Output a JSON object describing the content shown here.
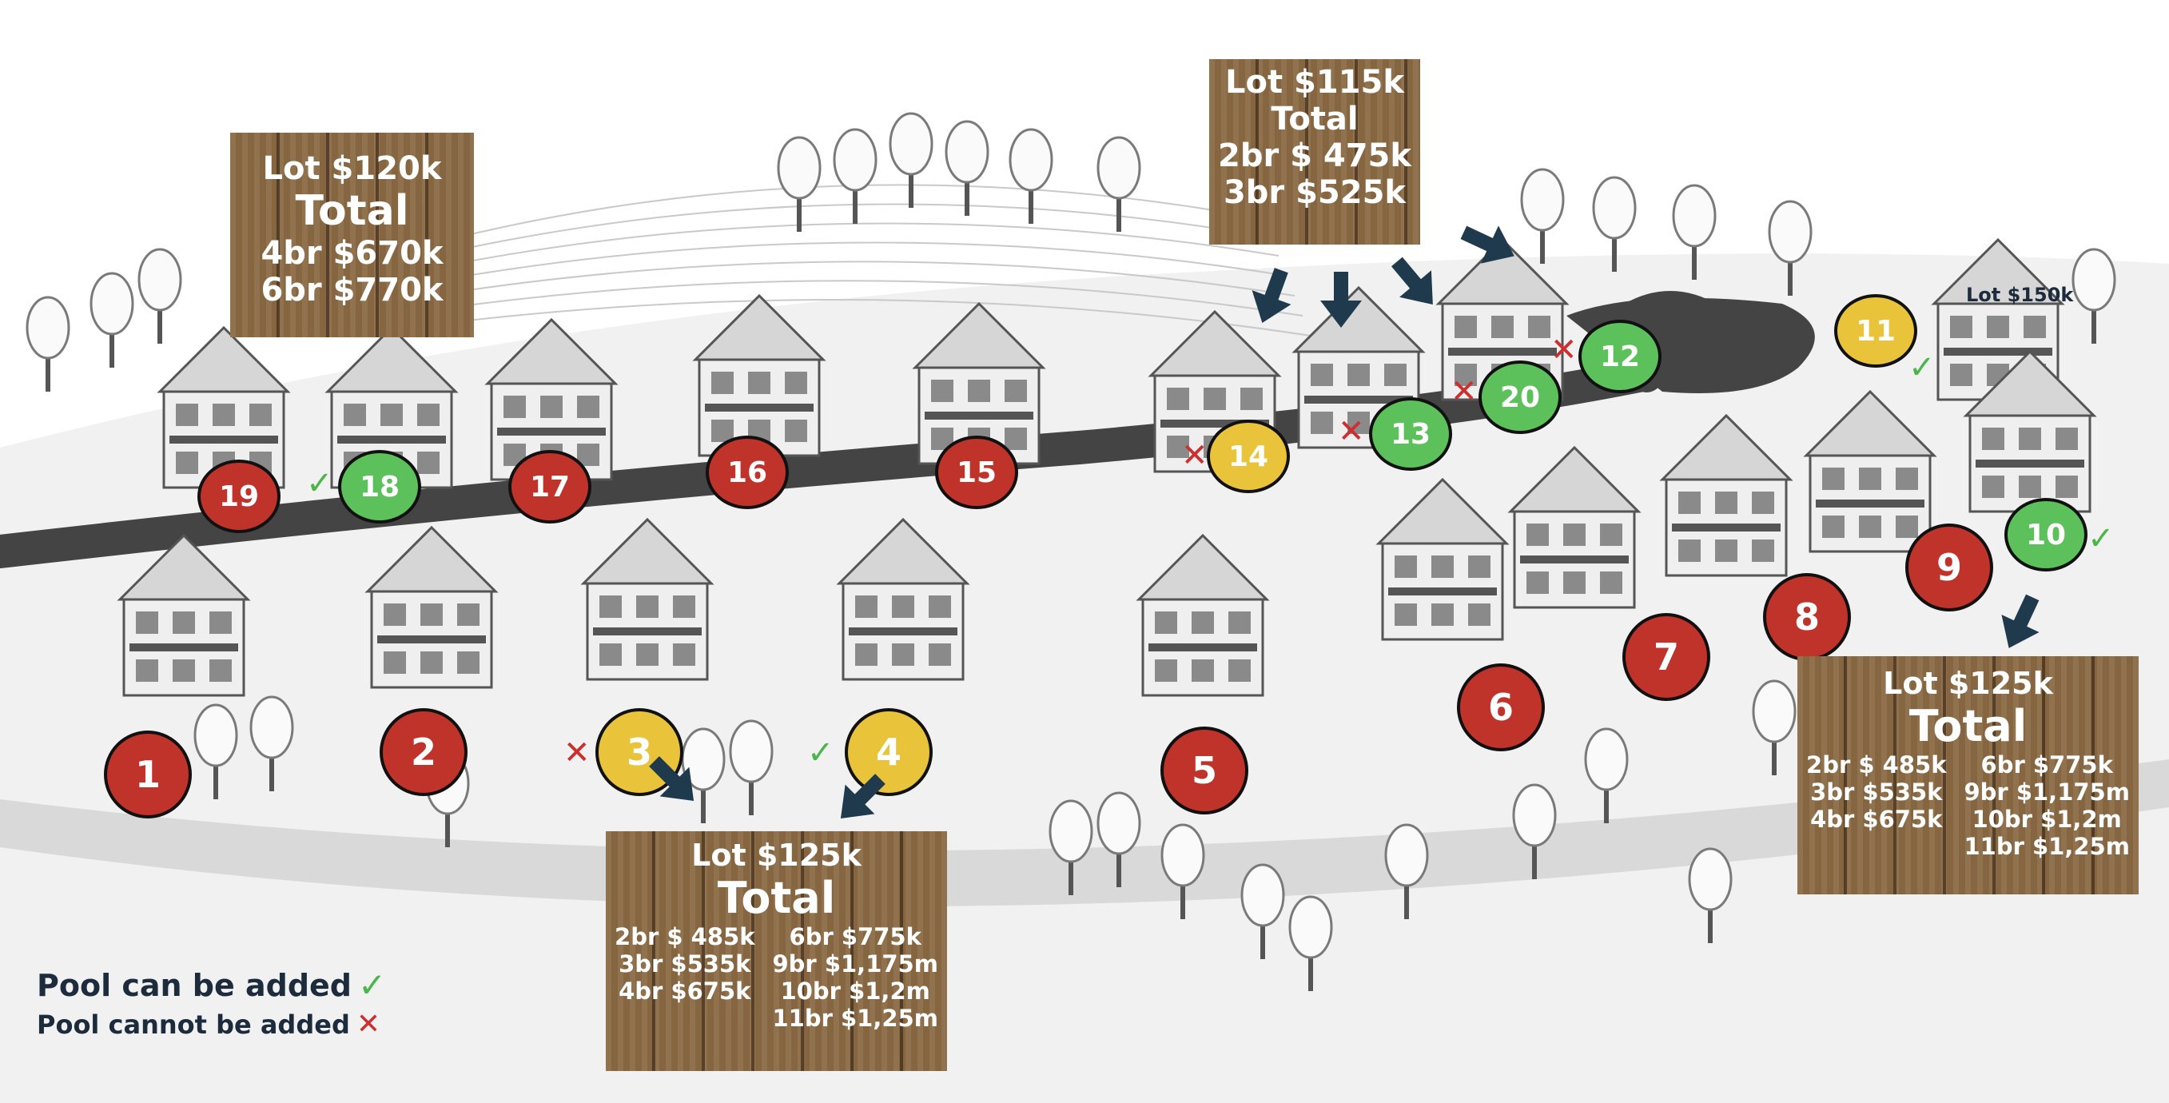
{
  "colors": {
    "sold": "#c0332a",
    "pending": "#e9c43a",
    "available": "#5cc15a",
    "pool_yes": "#4cb54c",
    "pool_no": "#cc2f2f",
    "sign_wood": "#8a6a44",
    "road": "#3f3f3f",
    "arrow": "#1f3a4c",
    "text_dark": "#1d2c3c"
  },
  "lots": [
    {
      "number": "1",
      "color": "#c0332a"
    },
    {
      "number": "2",
      "color": "#c0332a"
    },
    {
      "number": "3",
      "color": "#e9c43a"
    },
    {
      "number": "4",
      "color": "#e9c43a"
    },
    {
      "number": "5",
      "color": "#c0332a"
    },
    {
      "number": "6",
      "color": "#c0332a"
    },
    {
      "number": "7",
      "color": "#c0332a"
    },
    {
      "number": "8",
      "color": "#c0332a"
    },
    {
      "number": "9",
      "color": "#c0332a"
    },
    {
      "number": "10",
      "color": "#5cc15a"
    },
    {
      "number": "11",
      "color": "#e9c43a"
    },
    {
      "number": "12",
      "color": "#5cc15a"
    },
    {
      "number": "13",
      "color": "#5cc15a"
    },
    {
      "number": "14",
      "color": "#e9c43a"
    },
    {
      "number": "15",
      "color": "#c0332a"
    },
    {
      "number": "16",
      "color": "#c0332a"
    },
    {
      "number": "17",
      "color": "#c0332a"
    },
    {
      "number": "18",
      "color": "#5cc15a"
    },
    {
      "number": "19",
      "color": "#c0332a"
    },
    {
      "number": "20",
      "color": "#5cc15a"
    }
  ],
  "signs": {
    "top_left": {
      "lot": "Lot $120k",
      "total": "Total",
      "lines": [
        "4br $670k",
        "6br $770k"
      ]
    },
    "top_center": {
      "lot": "Lot $115k",
      "total": "Total",
      "lines": [
        "2br $ 475k",
        "3br $525k"
      ]
    },
    "top_right": {
      "lot": "Lot $150k"
    },
    "bottom_center": {
      "lot": "Lot $125k",
      "total": "Total",
      "left_col": [
        "2br $ 485k",
        "3br $535k",
        "4br $675k"
      ],
      "right_col": [
        "6br $775k",
        "9br $1,175m",
        "10br $1,2m",
        "11br $1,25m"
      ]
    },
    "bottom_right": {
      "lot": "Lot $125k",
      "total": "Total",
      "left_col": [
        "2br $ 485k",
        "3br $535k",
        "4br $675k"
      ],
      "right_col": [
        "6br $775k",
        "9br $1,175m",
        "10br $1,2m",
        "11br $1,25m"
      ]
    }
  },
  "pool_marks": {
    "yes_symbol": "✓",
    "no_symbol": "✕"
  },
  "legend": {
    "pool_yes_text": "Pool can be added",
    "pool_no_text": "Pool cannot be added",
    "yes_symbol": "✓",
    "no_symbol": "✕"
  }
}
